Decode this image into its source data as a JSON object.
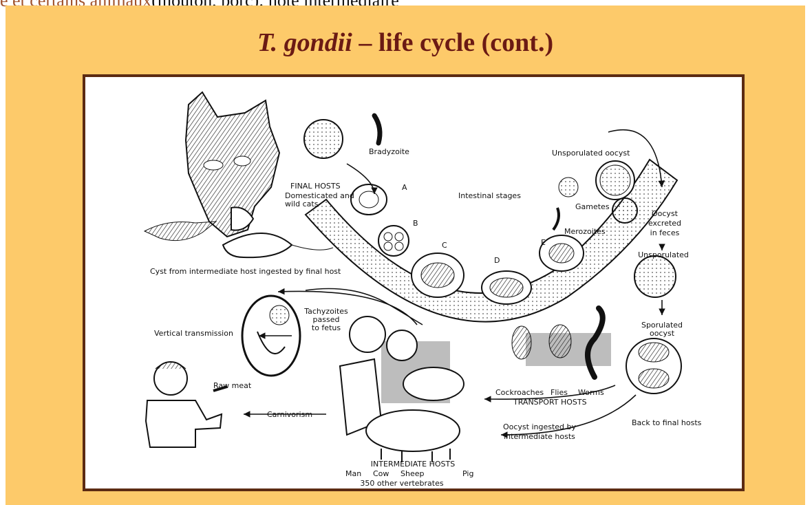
{
  "top_line": {
    "link_text": "e et certains animaux",
    "text": "(mouton, porc): hôte intermédiaire"
  },
  "slide": {
    "title_italic": "T. gondii",
    "title_rest": " – life cycle (cont.)"
  },
  "diagram": {
    "bradyzoite": "Bradyzoite",
    "final_hosts": "FINAL HOSTS",
    "final_hosts_desc1": "Domesticated and",
    "final_hosts_desc2": "wild cats",
    "intestinal_stages": "Intestinal stages",
    "stage_a": "A",
    "stage_b": "B",
    "stage_c": "C",
    "stage_d": "D",
    "stage_e": "E",
    "unsporulated_oocyst": "Unsporulated oocyst",
    "gametes": "Gametes",
    "merozoites": "Merozoites",
    "oocyst_excreted_1": "Oocyst",
    "oocyst_excreted_2": "excreted",
    "oocyst_excreted_3": "in feces",
    "unsporulated": "Unsporulated",
    "cyst_ingested": "Cyst from intermediate host ingested by final host",
    "tachyzoites_1": "Tachyzoites",
    "tachyzoites_2": "passed",
    "tachyzoites_3": "to fetus",
    "vertical_transmission": "Vertical transmission",
    "raw_meat": "Raw meat",
    "carnivorism": "Carnivorism",
    "sporulated_1": "Sporulated",
    "sporulated_2": "oocyst",
    "cockroaches": "Cockroaches",
    "flies": "Flies",
    "worms": "Worms",
    "transport_hosts": "TRANSPORT HOSTS",
    "back_to_final": "Back to final hosts",
    "oocyst_ingested_1": "Oocyst ingested by",
    "oocyst_ingested_2": "intermediate hosts",
    "intermediate_hosts": "INTERMEDIATE HOSTS",
    "man": "Man",
    "cow": "Cow",
    "sheep": "Sheep",
    "pig": "Pig",
    "other_vertebrates": "350 other vertebrates"
  }
}
